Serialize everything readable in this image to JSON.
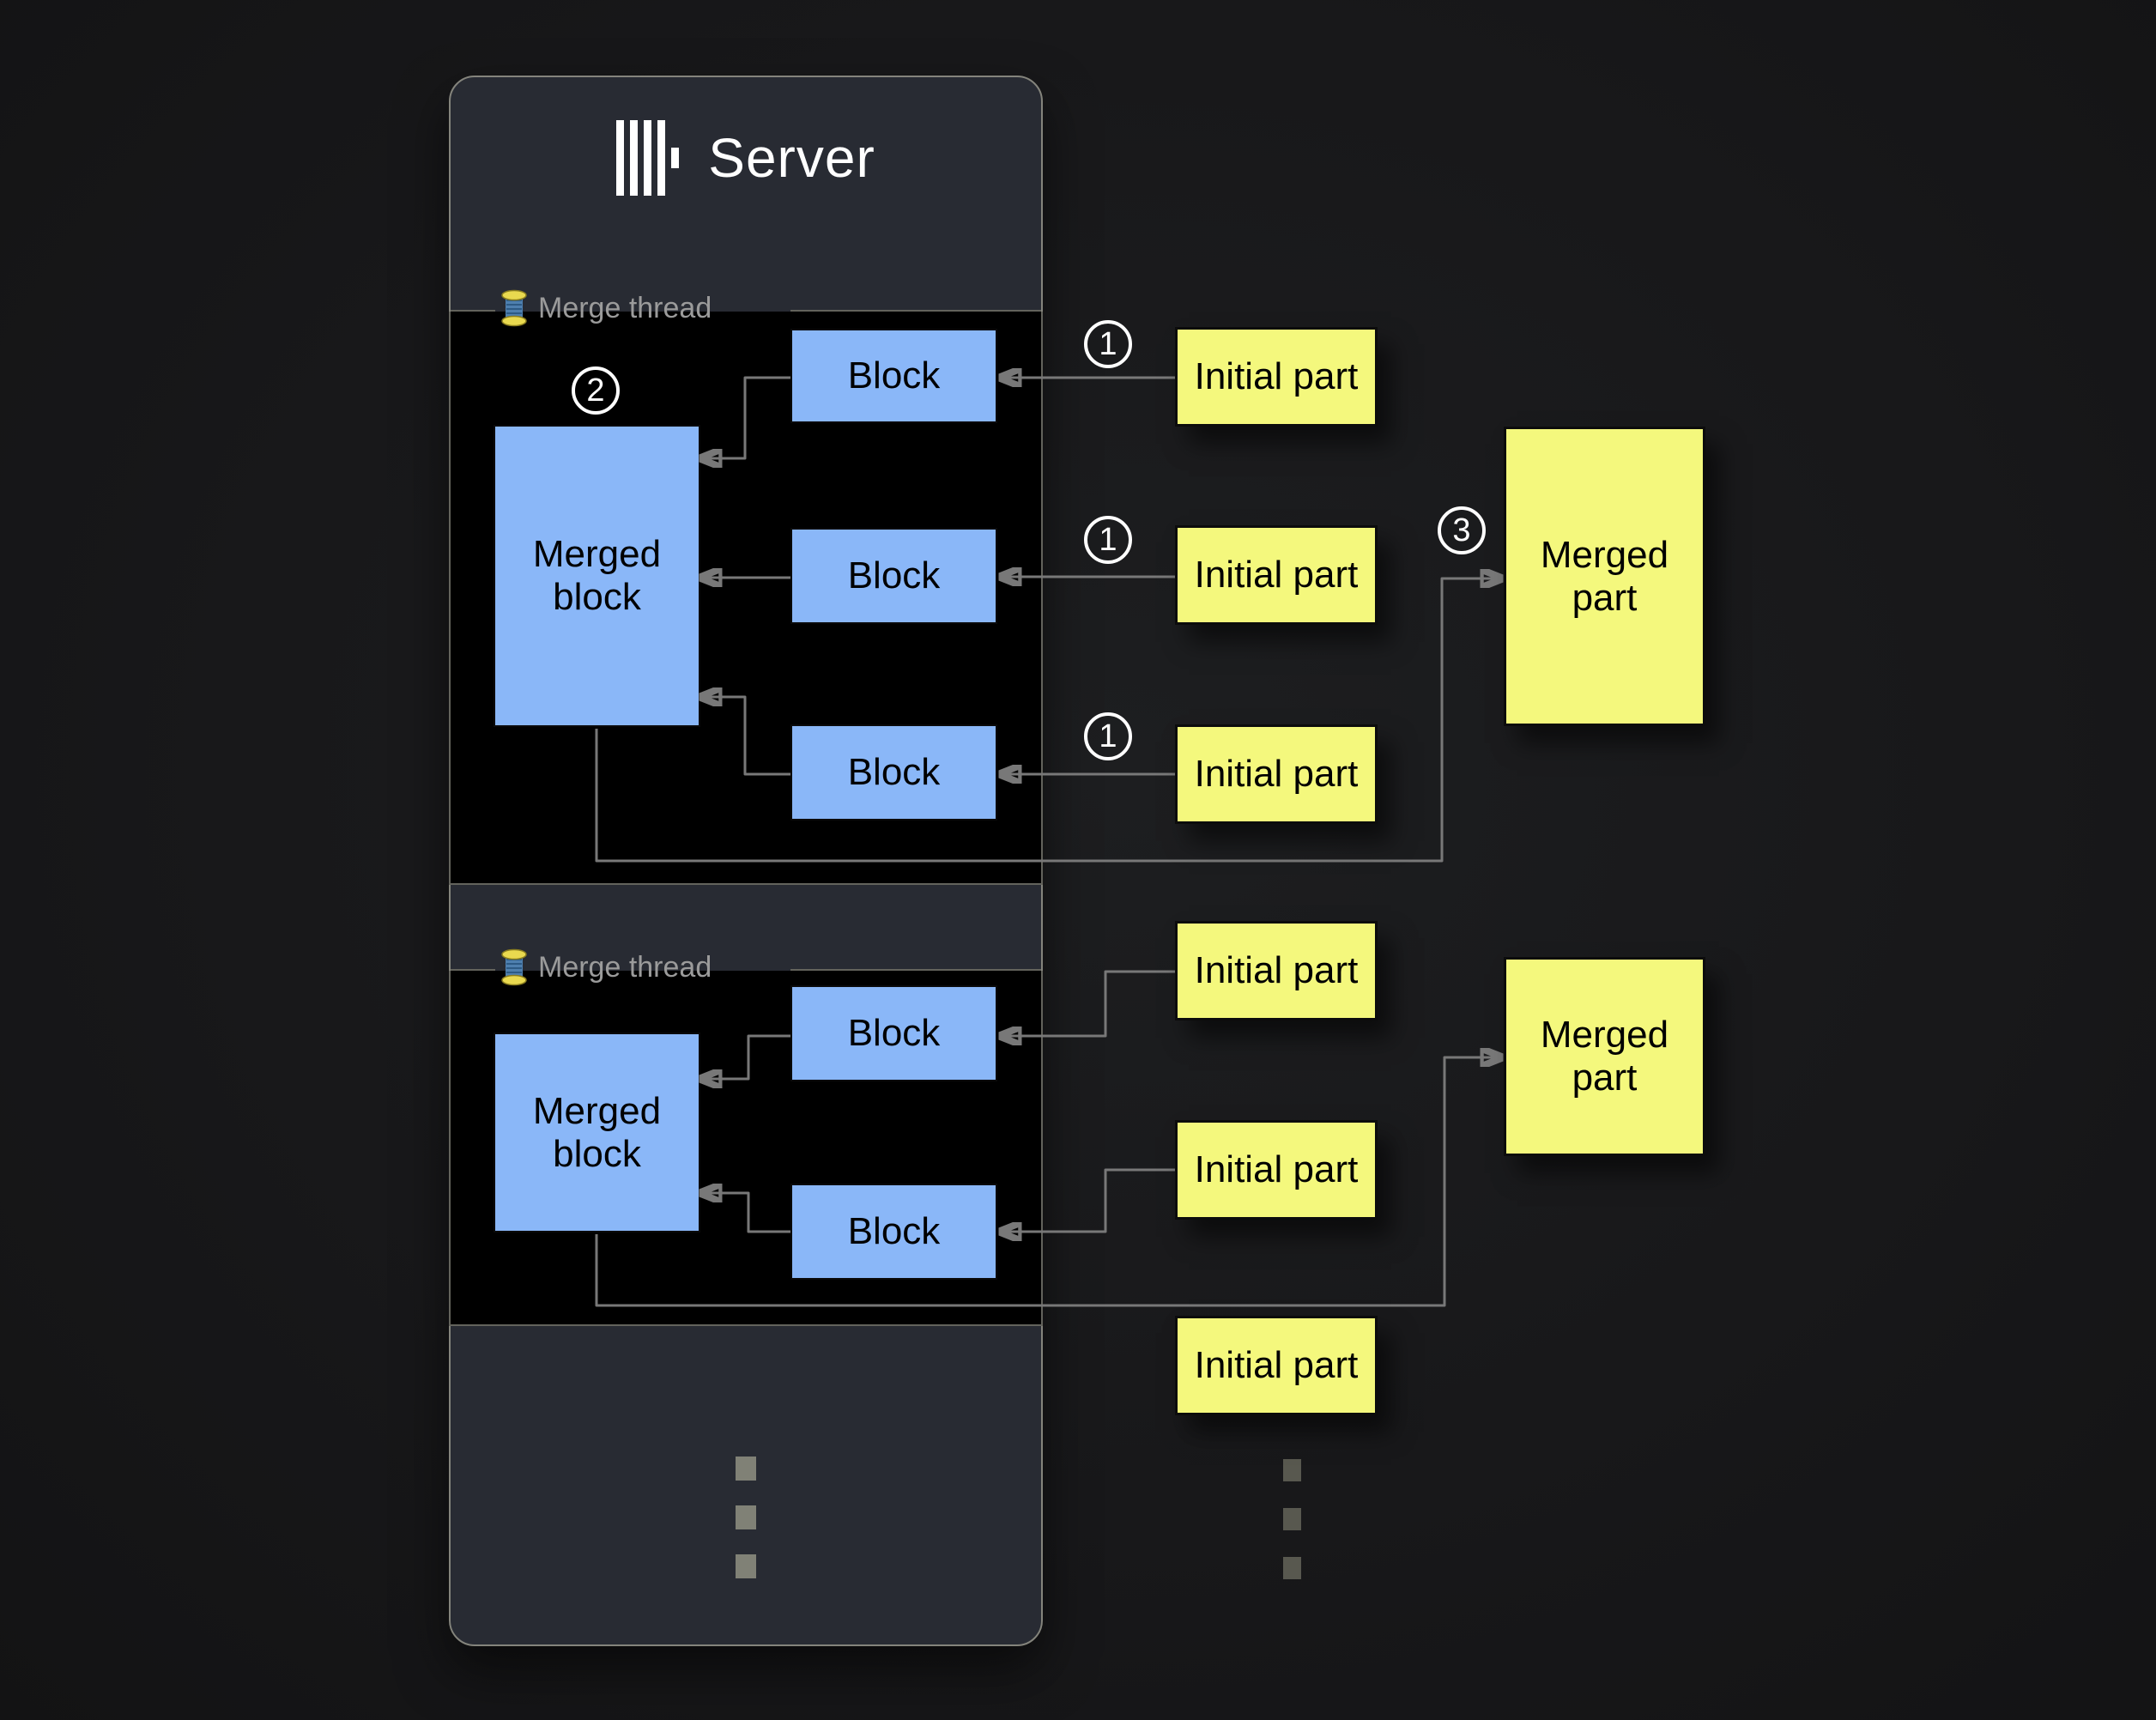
{
  "colors": {
    "background": "#18181a",
    "server_panel": "#282b33",
    "panel_border": "#84847c",
    "thread_box": "#000000",
    "block_fill": "#8ab7f8",
    "part_fill": "#f4f87d",
    "arrow": "#787878",
    "thread_label": "#9b9b9b",
    "title_text": "#ffffff"
  },
  "server": {
    "title": "Server"
  },
  "threads": [
    {
      "label": "Merge thread",
      "badge": "2",
      "merged_block": "Merged block",
      "blocks": [
        "Block",
        "Block",
        "Block"
      ]
    },
    {
      "label": "Merge thread",
      "merged_block": "Merged block",
      "blocks": [
        "Block",
        "Block"
      ]
    }
  ],
  "parts": {
    "initial": "Initial part",
    "merged": "Merged part",
    "initial_badge": "1",
    "merged_badge": "3"
  },
  "icons": {
    "logo": "clickhouse-logo",
    "thread": "thread-spool",
    "ellipsis": "vertical-ellipsis"
  }
}
